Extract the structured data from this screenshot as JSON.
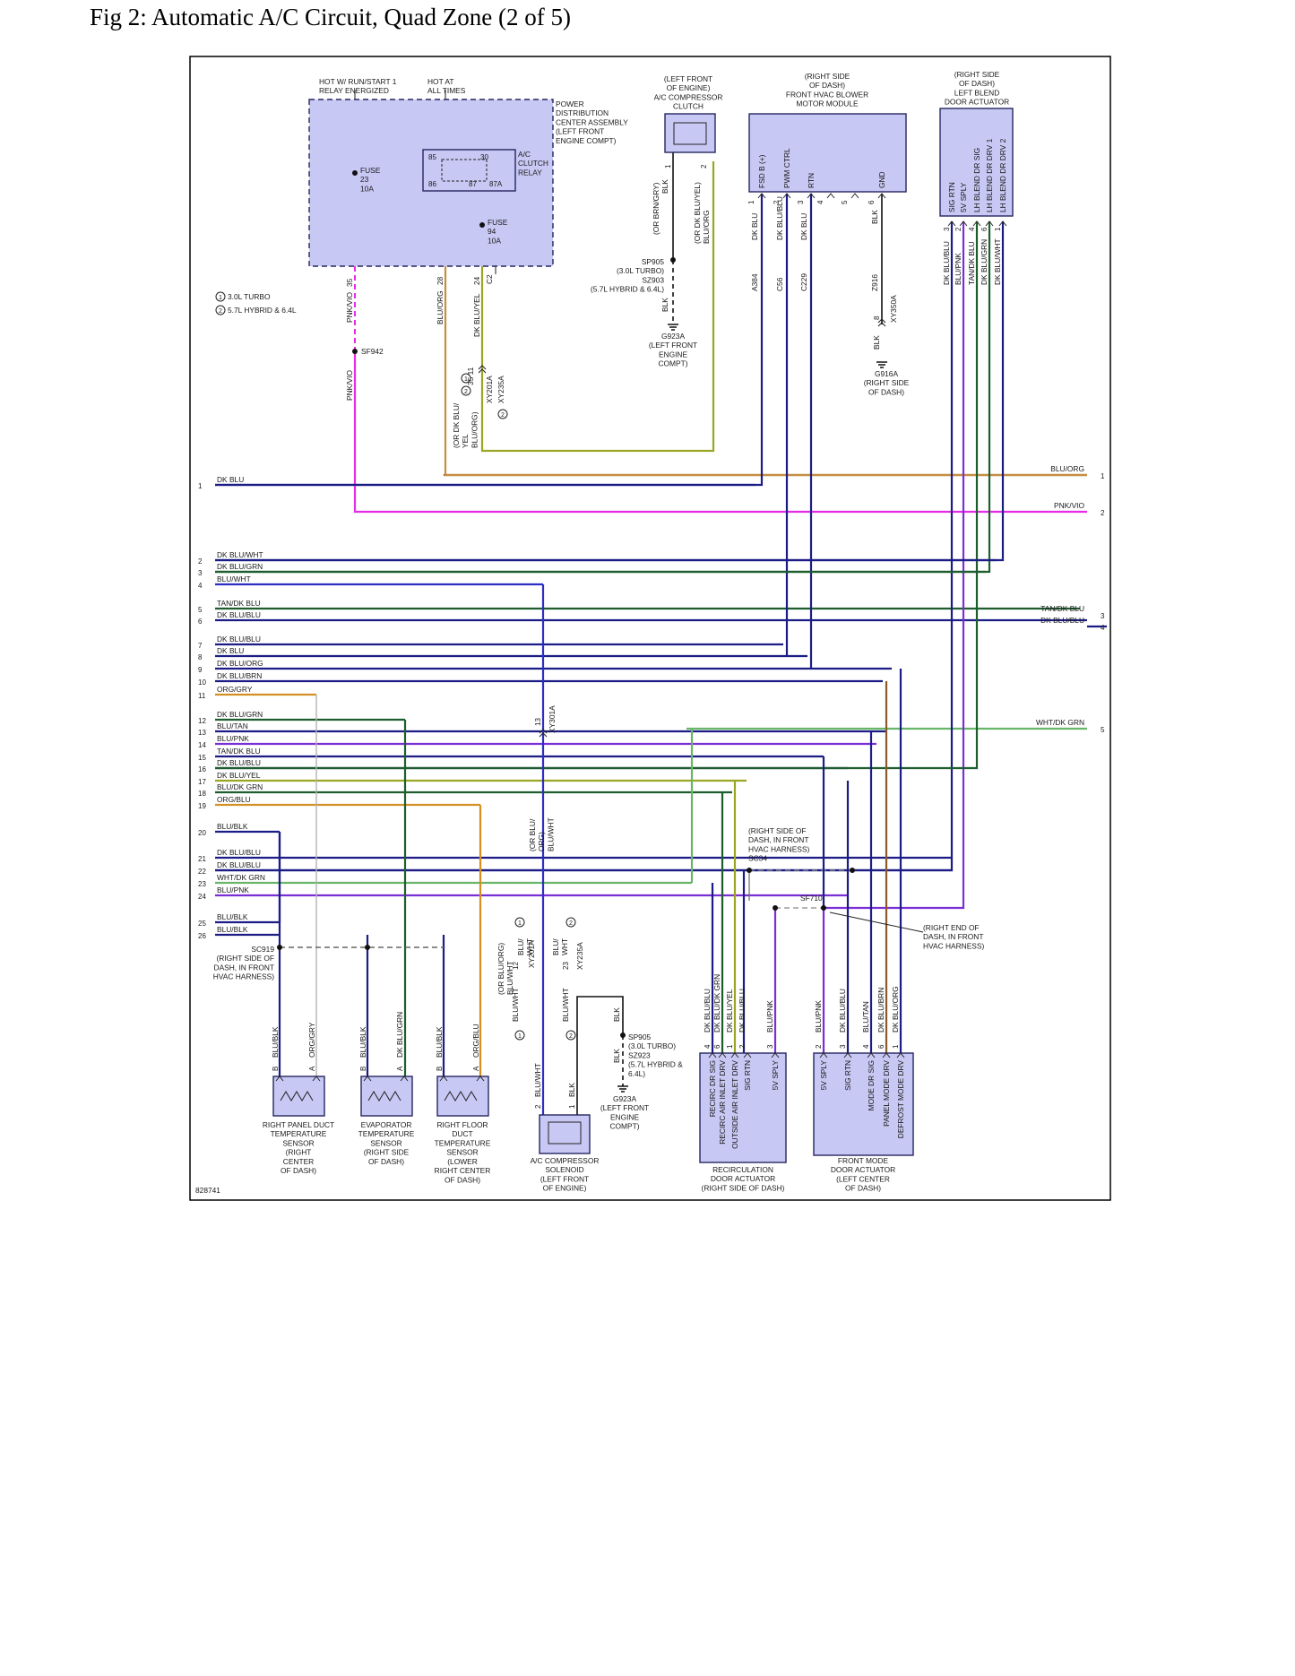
{
  "title": "Fig 2: Automatic A/C Circuit, Quad Zone (2 of 5)",
  "colors": {
    "module_fill": "#c8c8f4",
    "module_stroke": "#262661",
    "frame": "#000000",
    "label": "#1a1a1a",
    "wire": {
      "DK BLU": "#1c1c86",
      "BLU": "#3535b8",
      "BLU/WHT": "#2d2dc4",
      "BLU/ORG": "#c58f3f",
      "PNK/VIO": "#e62ce6",
      "DK GRN": "#1e5e2e",
      "GRN": "#3a8a3a",
      "TAN": "#a28f68",
      "VIO": "#7a2ed6",
      "ORG": "#d49023",
      "GRY": "#b4b4b4",
      "BRN": "#8a5a2a",
      "LT GRN": "#67b567",
      "YEL": "#9aa622",
      "BLK": "#111111",
      "PNK": "#d03ed0"
    }
  },
  "power": {
    "hot_run_start": "HOT W/ RUN/START 1\nRELAY ENERGIZED",
    "hot_all_times": "HOT AT\nALL TIMES",
    "pdc_label": "POWER\nDISTRIBUTION\nCENTER ASSEMBLY\n(LEFT FRONT\nENGINE COMPT)",
    "fuse_23": "FUSE\n23\n10A",
    "fuse_94": "FUSE\n94\n10A",
    "relay_label": "A/C\nCLUTCH\nRELAY",
    "relay_pins": [
      "85",
      "30",
      "86",
      "87",
      "87A"
    ],
    "note_1": "3.0L TURBO",
    "note_2": "5.7L HYBRID & 6.4L",
    "splice_sf942": "SF942",
    "cavity_35": "35",
    "cavity_28": "28",
    "cavity_24": "24",
    "cavity_c2": "C2",
    "wire_pnk_vio": "PNK/VIO",
    "wire_blu_org": "BLU/ORG",
    "wire_dk_blu_yel": "DK BLU/YEL",
    "wire_or_dk_blu": "(OR DK BLU/\nYEL\nBLU/ORG)",
    "conn_xy201a": "XY201A",
    "conn_xy235a": "XY235A",
    "cav_35_11": "35  11"
  },
  "compressor_clutch": {
    "label": "(LEFT FRONT\nOF ENGINE)\nA/C COMPRESSOR\nCLUTCH",
    "pin1": "1",
    "pin2": "2",
    "wire_blk": "BLK",
    "wire_or_brn_gry": "(OR BRN/GRY)",
    "wire_or_dk_blu_yel": "(OR DK BLU/YEL)\nBLU/ORG",
    "sp905": "SP905\n(3.0L TURBO)\nSZ903\n(5.7L HYBRID & 6.4L)",
    "wire_blk2": "BLK",
    "ground": "G923A\n(LEFT FRONT\nENGINE\nCOMPT)"
  },
  "blower": {
    "label": "(RIGHT SIDE\nOF DASH)\nFRONT HVAC BLOWER\nMOTOR MODULE",
    "pins": [
      {
        "num": "1",
        "name": "FSD B (+)"
      },
      {
        "num": "2",
        "name": "PWM CTRL"
      },
      {
        "num": "3",
        "name": "RTN"
      },
      {
        "num": "4",
        "name": ""
      },
      {
        "num": "5",
        "name": ""
      },
      {
        "num": "6",
        "name": "GND"
      }
    ],
    "wires": [
      "DK BLU",
      "DK BLU/BLU",
      "DK BLU",
      "BLK"
    ],
    "circuits": [
      "A384",
      "C56",
      "C229",
      "Z916"
    ],
    "cav_8": "8",
    "conn_xy350a": "XY350A",
    "wire_blk": "BLK",
    "ground": "G916A\n(RIGHT SIDE\nOF DASH)"
  },
  "blend_door": {
    "label": "(RIGHT SIDE\nOF DASH)\nLEFT BLEND\nDOOR ACTUATOR",
    "pins": [
      {
        "num": "3",
        "name": "SIG RTN",
        "wire": "DK BLU/BLU"
      },
      {
        "num": "2",
        "name": "5V SPLY",
        "wire": "BLU/PNK"
      },
      {
        "num": "4",
        "name": "LH BLEND DR SIG",
        "wire": "TAN/DK BLU"
      },
      {
        "num": "6",
        "name": "LH BLEND DR DRV 1",
        "wire": "DK BLU/GRN"
      },
      {
        "num": "1",
        "name": "LH BLEND DR DRV 2",
        "wire": "DK BLU/WHT"
      }
    ]
  },
  "left_wires": [
    {
      "num": "1",
      "label": "DK BLU"
    },
    {
      "num": "2",
      "label": "DK BLU/WHT"
    },
    {
      "num": "3",
      "label": "DK BLU/GRN"
    },
    {
      "num": "4",
      "label": "BLU/WHT"
    },
    {
      "num": "5",
      "label": "TAN/DK BLU"
    },
    {
      "num": "6",
      "label": "DK BLU/BLU"
    },
    {
      "num": "7",
      "label": "DK BLU/BLU"
    },
    {
      "num": "8",
      "label": "DK BLU"
    },
    {
      "num": "9",
      "label": "DK BLU/ORG"
    },
    {
      "num": "10",
      "label": "DK BLU/BRN"
    },
    {
      "num": "11",
      "label": "ORG/GRY"
    },
    {
      "num": "12",
      "label": "DK BLU/GRN"
    },
    {
      "num": "13",
      "label": "BLU/TAN"
    },
    {
      "num": "14",
      "label": "BLU/PNK"
    },
    {
      "num": "15",
      "label": "TAN/DK BLU"
    },
    {
      "num": "16",
      "label": "DK BLU/BLU"
    },
    {
      "num": "17",
      "label": "DK BLU/YEL"
    },
    {
      "num": "18",
      "label": "BLU/DK GRN"
    },
    {
      "num": "19",
      "label": "ORG/BLU"
    },
    {
      "num": "20",
      "label": "BLU/BLK"
    },
    {
      "num": "21",
      "label": "DK BLU/BLU"
    },
    {
      "num": "22",
      "label": "DK BLU/BLU"
    },
    {
      "num": "23",
      "label": "WHT/DK GRN"
    },
    {
      "num": "24",
      "label": "BLU/PNK"
    },
    {
      "num": "25",
      "label": "BLU/BLK"
    },
    {
      "num": "26",
      "label": "BLU/BLK"
    }
  ],
  "right_wires": [
    {
      "num": "1",
      "label": "BLU/ORG"
    },
    {
      "num": "2",
      "label": "PNK/VIO"
    },
    {
      "num": "3",
      "label": "TAN/DK BLU"
    },
    {
      "num": "4",
      "label": "DK BLU/BLU"
    },
    {
      "num": "5",
      "label": "WHT/DK GRN"
    }
  ],
  "center": {
    "conn_xy301a": "XY301A",
    "cav_13": "13",
    "wire_or_blu_org": "(OR BLU/\nORG)\nBLU/WHT",
    "harness_note": "(RIGHT SIDE OF\nDASH, IN FRONT\nHVAC HARNESS)\nSC34",
    "sf710": "SF710",
    "right_end_note": "(RIGHT END OF\nDASH, IN FRONT\nHVAC HARNESS)",
    "sc919": "SC919\n(RIGHT SIDE OF\nDASH, IN FRONT\nHVAC HARNESS)"
  },
  "sensors": [
    {
      "label": "RIGHT PANEL DUCT\nTEMPERATURE\nSENSOR\n(RIGHT\nCENTER\nOF DASH)",
      "pin_b": "B",
      "pin_a": "A",
      "wire_b": "BLU/BLK",
      "wire_a": "ORG/GRY"
    },
    {
      "label": "EVAPORATOR\nTEMPERATURE\nSENSOR\n(RIGHT SIDE\nOF DASH)",
      "pin_b": "B",
      "pin_a": "A",
      "wire_b": "BLU/BLK",
      "wire_a": "DK BLU/GRN"
    },
    {
      "label": "RIGHT FLOOR\nDUCT\nTEMPERATURE\nSENSOR\n(LOWER\nRIGHT CENTER\nOF DASH)",
      "pin_b": "B",
      "pin_a": "A",
      "wire_b": "BLU/BLK",
      "wire_a": "ORG/BLU"
    }
  ],
  "solenoid": {
    "label": "A/C COMPRESSOR\nSOLENOID\n(LEFT FRONT\nOF ENGINE)",
    "wire_or_blu_org": "(OR BLU/ORG)\nBLU/WHT",
    "cav_12": "12",
    "wire_blu": "BLU/\nWHT",
    "conn_xy201a": "XY201A",
    "cav_23": "23",
    "wire_blu_wht": "BLU/\nWHT",
    "conn_xy235a": "XY235A",
    "wire_blu_wht_2": "BLU/WHT",
    "wire_blu_wht_3": "BLU/WHT",
    "wire_blk": "BLK",
    "pin2": "2",
    "pin1": "1",
    "wire_blu_wht_pin2": "BLU/WHT",
    "wire_blk_pin1": "BLK",
    "sp905": "SP905\n(3.0L TURBO)\nSZ923\n(5.7L HYBRID &\n6.4L)",
    "wire_blk_sp": "BLK",
    "ground": "G923A\n(LEFT FRONT\nENGINE\nCOMPT)"
  },
  "recirc": {
    "label": "RECIRCULATION\nDOOR ACTUATOR\n(RIGHT SIDE OF DASH)",
    "pins": [
      {
        "num": "4",
        "name": "RECIRC DR SIG",
        "wire": "DK BLU/BLU"
      },
      {
        "num": "6",
        "name": "RECIRC AIR INLET DRV",
        "wire": "DK BLU/DK GRN"
      },
      {
        "num": "1",
        "name": "OUTSIDE AIR INLET DRV",
        "wire": "DK BLU/YEL"
      },
      {
        "num": "2",
        "name": "SIG RTN",
        "wire": "DK BLU/BLU"
      },
      {
        "num": "3",
        "name": "5V SPLY",
        "wire": "BLU/PNK"
      }
    ]
  },
  "mode": {
    "label": "FRONT MODE\nDOOR ACTUATOR\n(LEFT CENTER\nOF DASH)",
    "pins": [
      {
        "num": "2",
        "name": "5V SPLY",
        "wire": "BLU/PNK"
      },
      {
        "num": "3",
        "name": "SIG RTN",
        "wire": "DK BLU/BLU"
      },
      {
        "num": "4",
        "name": "MODE DR SIG",
        "wire": "BLU/TAN"
      },
      {
        "num": "6",
        "name": "PANEL MODE DRV",
        "wire": "DK BLU/BRN"
      },
      {
        "num": "1",
        "name": "DEFROST MODE DRV",
        "wire": "DK BLU/ORG"
      }
    ]
  },
  "figure_id": "828741"
}
